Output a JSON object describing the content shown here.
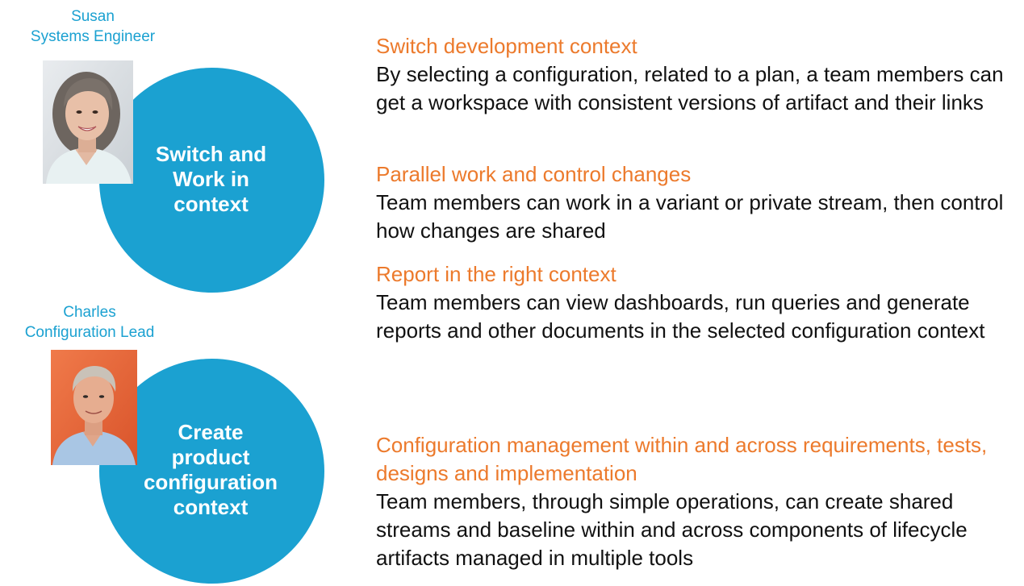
{
  "personas": [
    {
      "name": "Susan",
      "role": "Systems Engineer",
      "circle_label": "Switch and\nWork in\ncontext",
      "photo_icon": "woman-portrait-icon"
    },
    {
      "name": "Charles",
      "role": "Configuration Lead",
      "circle_label": "Create\nproduct\nconfiguration\ncontext",
      "photo_icon": "man-portrait-icon"
    }
  ],
  "items": [
    {
      "title": "Switch development context",
      "body": "By selecting a configuration, related to a plan, a team members can get a workspace with consistent versions of artifact and their links"
    },
    {
      "title": "Parallel work and control changes",
      "body": "Team members can work in a variant or private stream, then control how changes are shared"
    },
    {
      "title": "Report in the right context",
      "body": "Team members can view dashboards, run queries and generate reports and other documents in the selected configuration context"
    },
    {
      "title": "Configuration management within and across requirements, tests, designs and implementation",
      "body": "Team members, through simple operations, can create shared streams and baseline within and across components of lifecycle artifacts managed in multiple tools"
    }
  ],
  "colors": {
    "accent_blue": "#1ba1d1",
    "title_orange": "#ec7a2c",
    "text": "#111111"
  }
}
